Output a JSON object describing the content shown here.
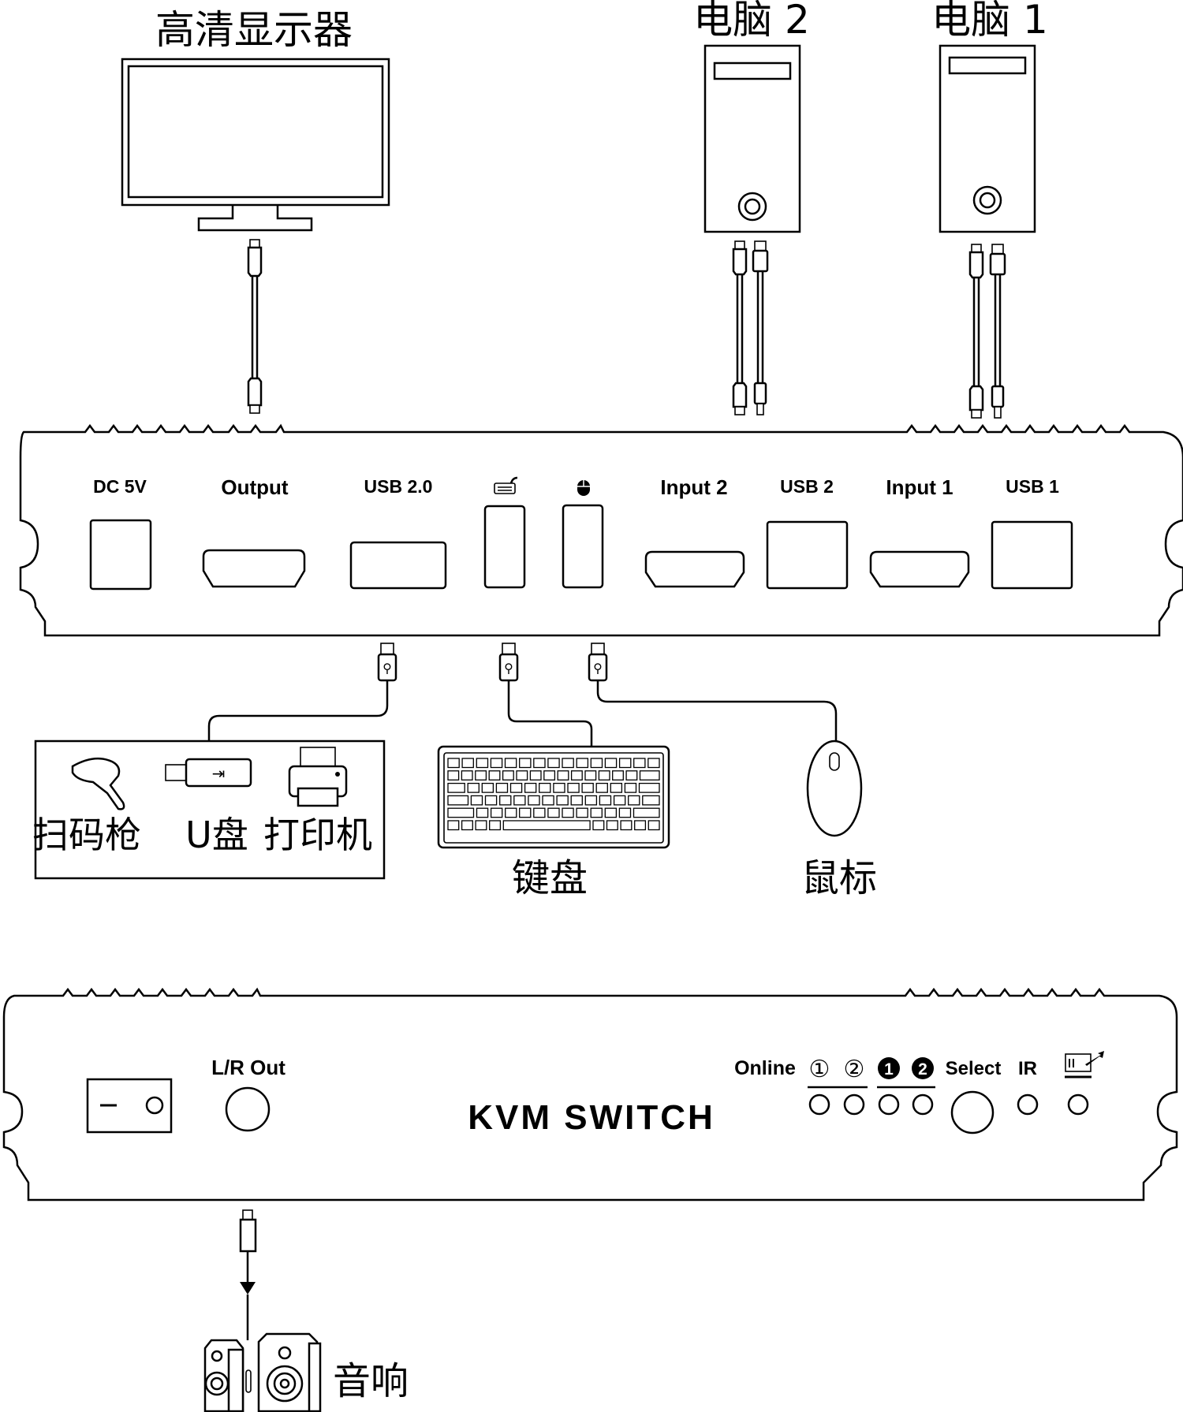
{
  "devices": {
    "monitor": "高清显示器",
    "pc2": "电脑 2",
    "pc1": "电脑 1",
    "peripherals": [
      "扫码枪",
      "U盘",
      "打印机"
    ],
    "keyboard": "键盘",
    "mouse": "鼠标",
    "speaker": "音响"
  },
  "rear_panel": {
    "ports": [
      {
        "id": "dc",
        "label": "DC 5V"
      },
      {
        "id": "output",
        "label": "Output"
      },
      {
        "id": "usb20",
        "label": "USB 2.0"
      },
      {
        "id": "kb",
        "label": "",
        "icon": "keyboard-icon"
      },
      {
        "id": "ms",
        "label": "",
        "icon": "mouse-icon"
      },
      {
        "id": "in2",
        "label": "Input 2"
      },
      {
        "id": "usb2",
        "label": "USB 2"
      },
      {
        "id": "in1",
        "label": "Input 1"
      },
      {
        "id": "usb1",
        "label": "USB 1"
      }
    ]
  },
  "front_panel": {
    "audio_label": "L/R Out",
    "brand": "KVM SWITCH",
    "online_label": "Online",
    "online_leds": [
      "①",
      "②"
    ],
    "active_leds": [
      "1",
      "2"
    ],
    "select_label": "Select",
    "ir_label": "IR",
    "hotkey_icon": "screen-pointer-icon"
  }
}
